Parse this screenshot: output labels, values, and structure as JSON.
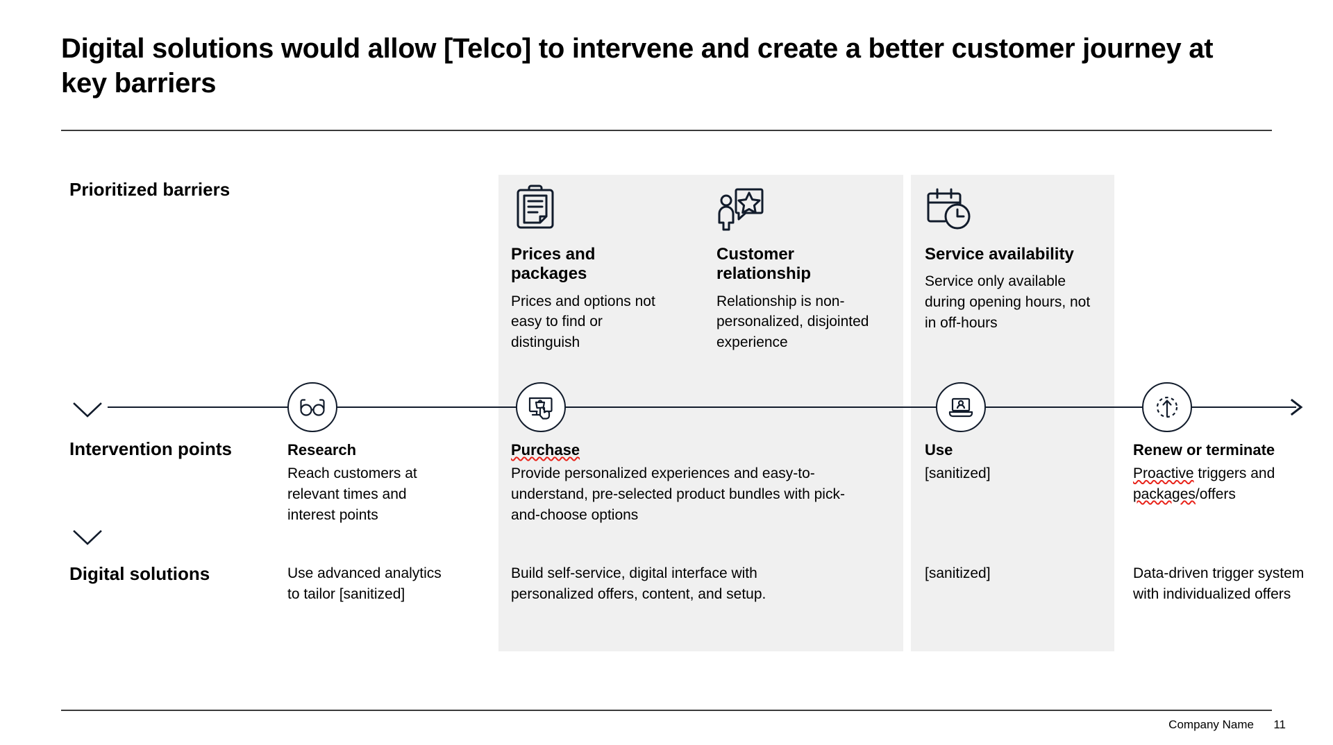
{
  "slide": {
    "title": "Digital solutions would allow [Telco] to intervene and create a better customer journey at key barriers",
    "accent_icon_color": "#111b2b",
    "panel_background": "#f0f0f0",
    "spellcheck_underline_color": "#e8231a"
  },
  "rows": {
    "barriers_label": "Prioritized barriers",
    "intervention_label": "Intervention points",
    "solutions_label": "Digital solutions"
  },
  "barriers": [
    {
      "icon": "clipboard-document-icon",
      "title": "Prices and packages",
      "description": "Prices and options not easy to find or distinguish"
    },
    {
      "icon": "person-feedback-star-icon",
      "title": "Customer relationship",
      "description": "Relationship is non-personalized, disjointed experience"
    },
    {
      "icon": "calendar-clock-icon",
      "title": "Service availability",
      "description": "Service only available during opening hours, not in off-hours"
    }
  ],
  "journey": {
    "axis_arrow_icon": "arrow-right-icon",
    "stages": [
      {
        "icon": "glasses-icon",
        "name": "Research",
        "intervention": "Reach customers at relevant times and interest points",
        "solution": "Use advanced analytics to tailor [sanitized]",
        "misspelled_words": []
      },
      {
        "icon": "monitor-basket-hand-icon",
        "name": "Purchase",
        "intervention": "Provide personalized experiences and easy-to-understand, pre-selected product bundles with pick-and-choose options",
        "solution": "Build self-service, digital interface with personalized offers, content, and setup.",
        "misspelled_words": [
          "Purchase"
        ]
      },
      {
        "icon": "laptop-person-icon",
        "name": "Use",
        "intervention": "[sanitized]",
        "solution": "[sanitized]",
        "misspelled_words": []
      },
      {
        "icon": "renew-arrow-icon",
        "name": "Renew or terminate",
        "intervention_parts": {
          "part1": "Proactive",
          "part2": " triggers and ",
          "part3": "packages",
          "part4": "/offers"
        },
        "intervention": "Proactive triggers and packages/offers",
        "solution": "Data-driven trigger system with individualized offers",
        "misspelled_words": [
          "Proactive",
          "packages"
        ]
      }
    ]
  },
  "footer": {
    "company": "Company Name",
    "page_number": "11"
  }
}
